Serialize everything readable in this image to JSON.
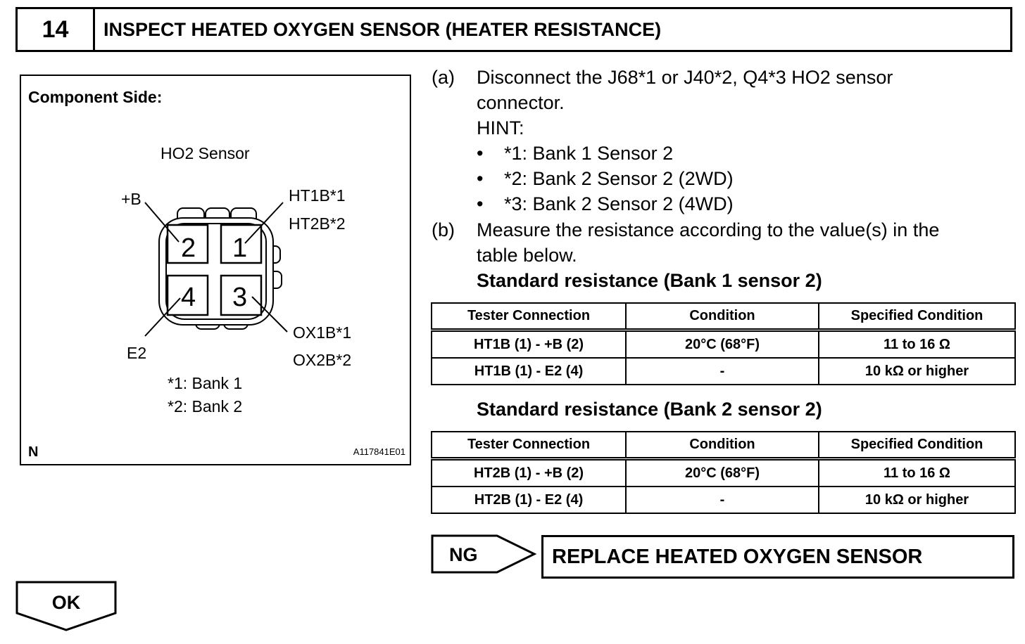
{
  "header": {
    "step_number": "14",
    "title": "INSPECT HEATED OXYGEN SENSOR (HEATER RESISTANCE)"
  },
  "diagram": {
    "heading": "Component Side:",
    "sensor_label": "HO2 Sensor",
    "pins": [
      {
        "number": "2",
        "label": "+B"
      },
      {
        "number": "1",
        "label_line1": "HT1B*1",
        "label_line2": "HT2B*2"
      },
      {
        "number": "4",
        "label": "E2"
      },
      {
        "number": "3",
        "label_line1": "OX1B*1",
        "label_line2": "OX2B*2"
      }
    ],
    "notes": [
      "*1: Bank 1",
      "*2: Bank 2"
    ],
    "corner_mark": "N",
    "figure_id": "A117841E01"
  },
  "instructions": {
    "step_a": {
      "marker": "(a)",
      "line1": "Disconnect the J68*1 or J40*2, Q4*3 HO2 sensor",
      "line2": "connector.",
      "hint_label": "HINT:",
      "bullets": [
        "*1: Bank 1 Sensor 2",
        "*2: Bank 2 Sensor 2 (2WD)",
        "*3: Bank 2 Sensor 2 (4WD)"
      ]
    },
    "step_b": {
      "marker": "(b)",
      "line1": "Measure the resistance according to the value(s) in the",
      "line2": "table below."
    }
  },
  "tables": [
    {
      "title": "Standard resistance (Bank 1 sensor 2)",
      "headers": [
        "Tester Connection",
        "Condition",
        "Specified Condition"
      ],
      "rows": [
        [
          "HT1B (1) - +B (2)",
          "20°C (68°F)",
          "11 to 16 Ω"
        ],
        [
          "HT1B (1) - E2 (4)",
          "-",
          "10 kΩ or higher"
        ]
      ]
    },
    {
      "title": "Standard resistance (Bank 2 sensor 2)",
      "headers": [
        "Tester Connection",
        "Condition",
        "Specified Condition"
      ],
      "rows": [
        [
          "HT2B (1) - +B (2)",
          "20°C (68°F)",
          "11 to 16 Ω"
        ],
        [
          "HT2B (1) - E2 (4)",
          "-",
          "10 kΩ or higher"
        ]
      ]
    }
  ],
  "results": {
    "ng_label": "NG",
    "ng_action": "REPLACE HEATED OXYGEN SENSOR",
    "ok_label": "OK"
  }
}
